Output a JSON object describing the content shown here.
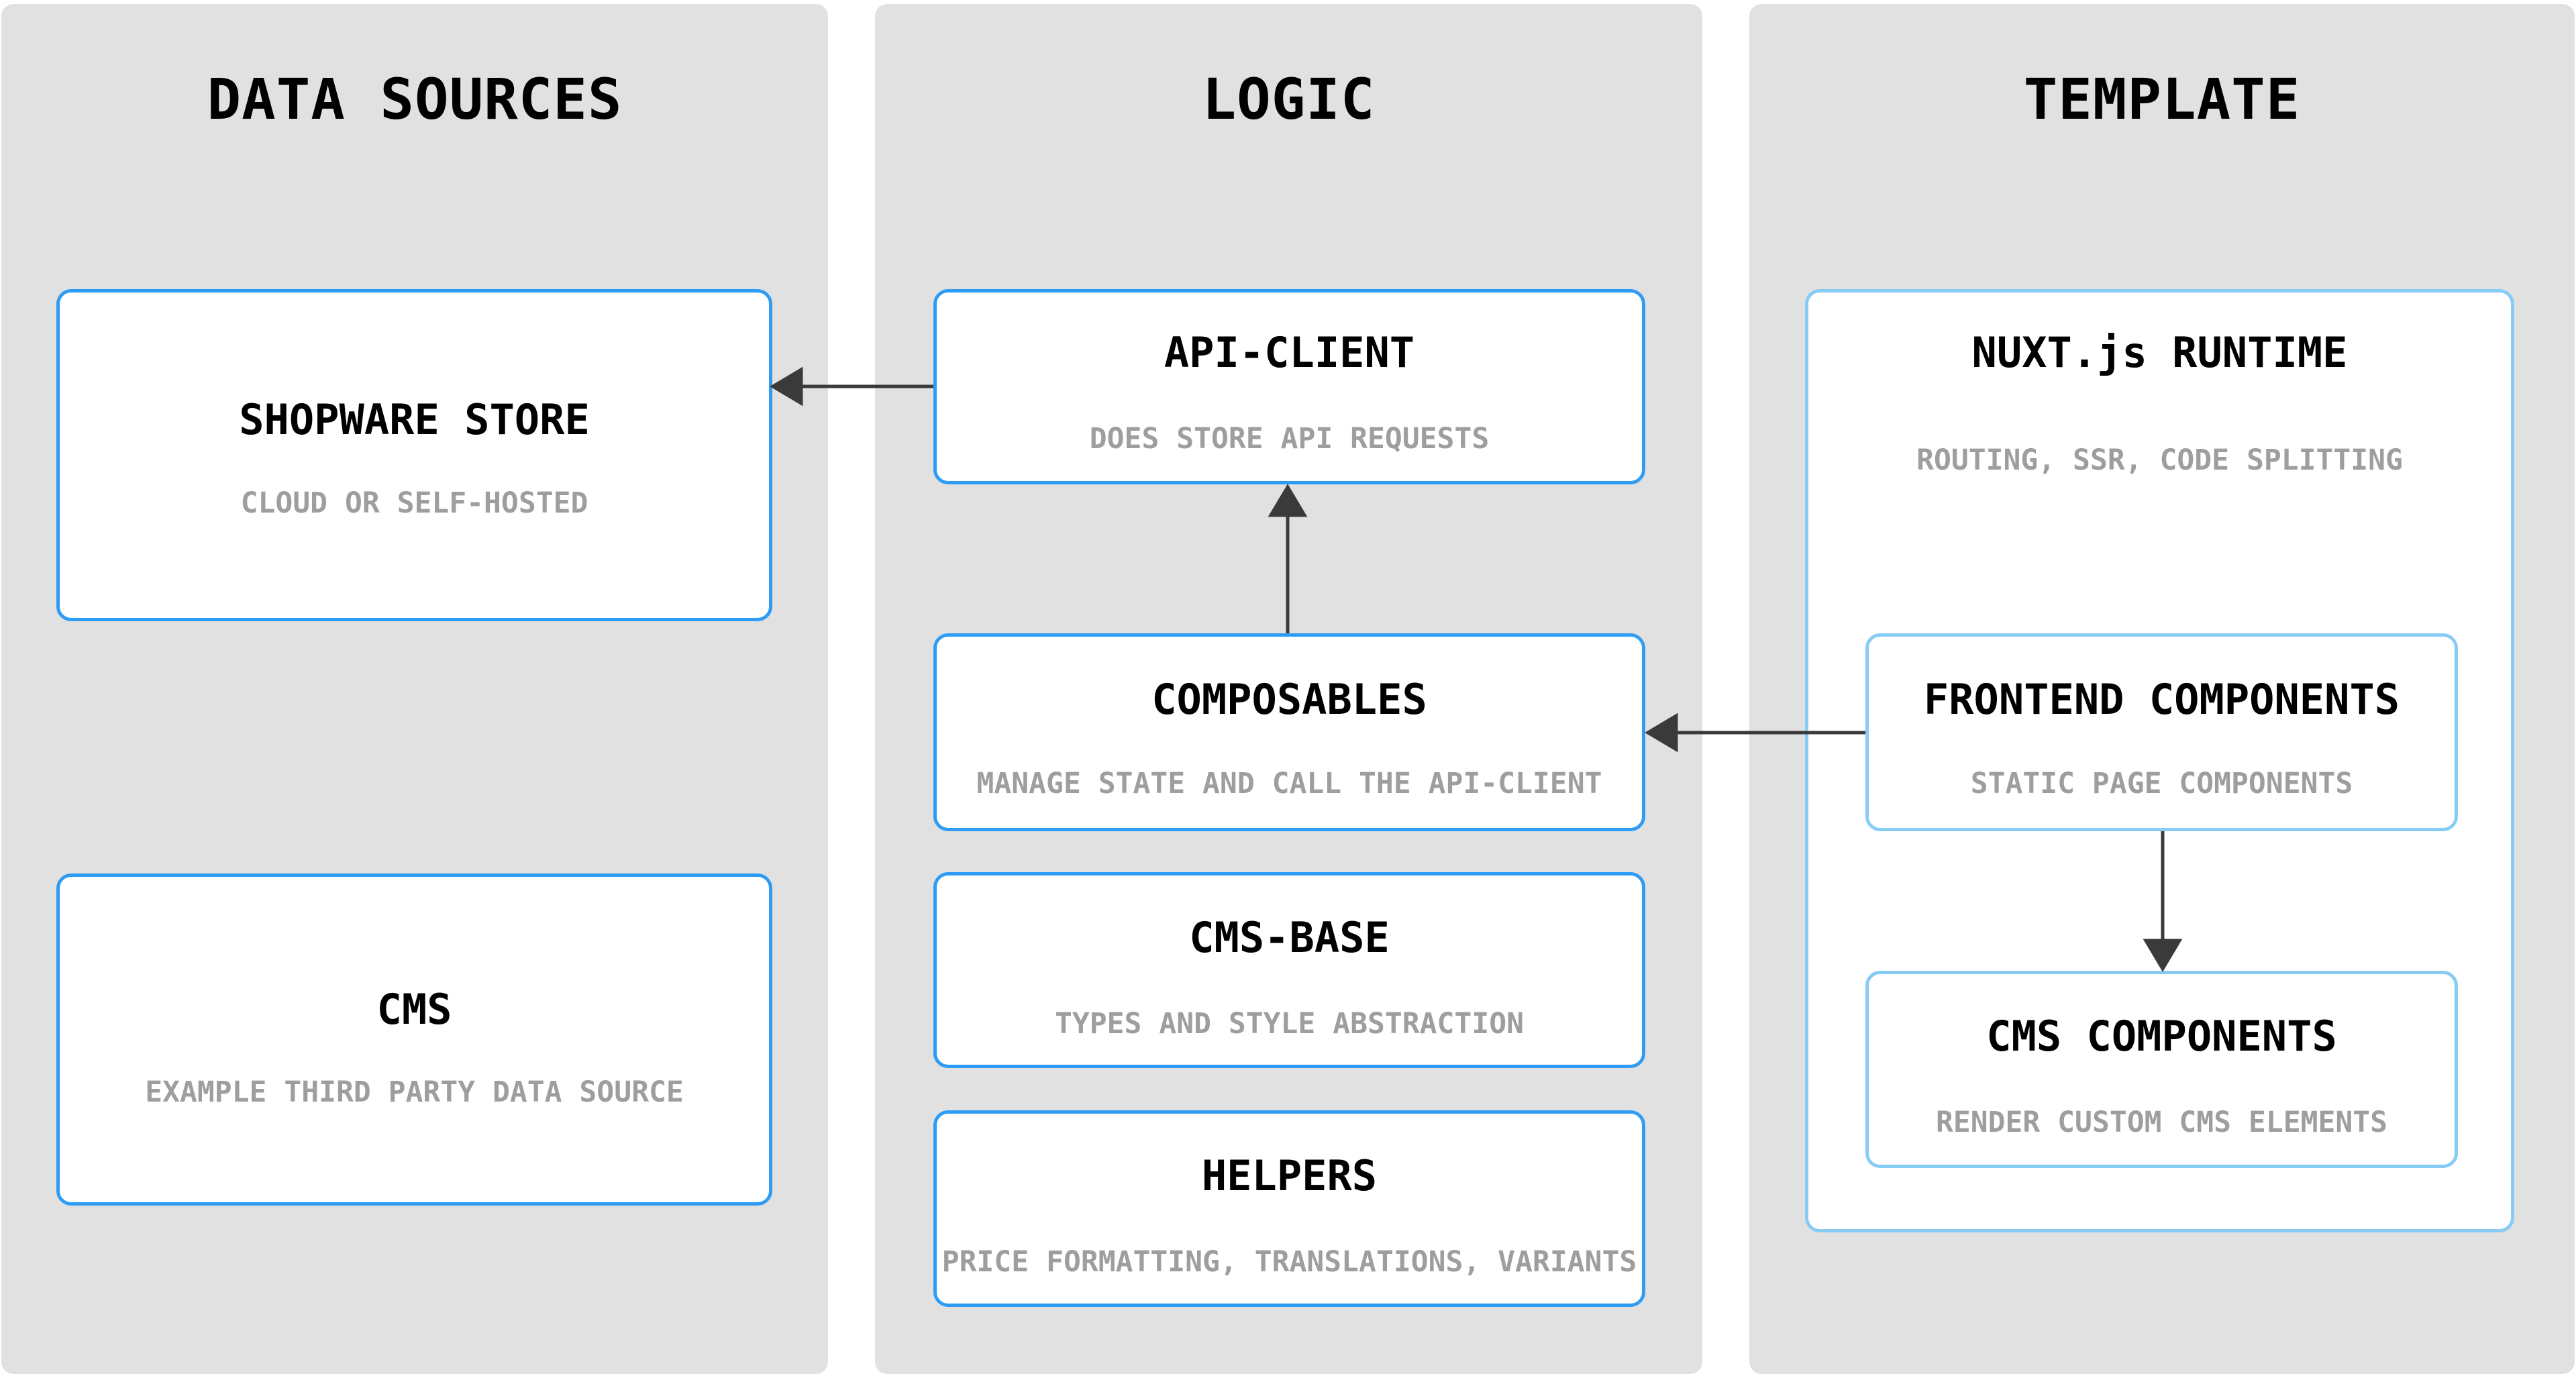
{
  "diagram": {
    "colors": {
      "canvas_bg": "#ffffff",
      "column_bg": "#e1e1e1",
      "box_border": "#2e9cf4",
      "box_border_light": "#87ccf5",
      "title_text": "#000000",
      "subtitle_text": "#9e9e9e",
      "arrow": "#3a3a3a"
    },
    "columns": [
      {
        "id": "data-sources",
        "title": "DATA SOURCES",
        "boxes": [
          {
            "id": "shopware-store",
            "title": "SHOPWARE STORE",
            "subtitle": "CLOUD OR SELF-HOSTED"
          },
          {
            "id": "cms",
            "title": "CMS",
            "subtitle": "EXAMPLE THIRD PARTY DATA SOURCE"
          }
        ]
      },
      {
        "id": "logic",
        "title": "LOGIC",
        "boxes": [
          {
            "id": "api-client",
            "title": "API-CLIENT",
            "subtitle": "DOES STORE API REQUESTS"
          },
          {
            "id": "composables",
            "title": "COMPOSABLES",
            "subtitle": "MANAGE STATE AND CALL THE API-CLIENT"
          },
          {
            "id": "cms-base",
            "title": "CMS-BASE",
            "subtitle": "TYPES AND STYLE ABSTRACTION"
          },
          {
            "id": "helpers",
            "title": "HELPERS",
            "subtitle": "PRICE FORMATTING, TRANSLATIONS, VARIANTS"
          }
        ]
      },
      {
        "id": "template",
        "title": "TEMPLATE",
        "boxes": [
          {
            "id": "nuxt-runtime",
            "title": "NUXT.js RUNTIME",
            "subtitle": "ROUTING, SSR, CODE SPLITTING"
          },
          {
            "id": "frontend-components",
            "title": "FRONTEND COMPONENTS",
            "subtitle": "STATIC PAGE COMPONENTS"
          },
          {
            "id": "cms-components",
            "title": "CMS COMPONENTS",
            "subtitle": "RENDER CUSTOM CMS ELEMENTS"
          }
        ]
      }
    ],
    "arrows": [
      {
        "from": "api-client",
        "to": "shopware-store",
        "direction": "left"
      },
      {
        "from": "composables",
        "to": "api-client",
        "direction": "up"
      },
      {
        "from": "frontend-components",
        "to": "composables",
        "direction": "left"
      },
      {
        "from": "frontend-components",
        "to": "cms-components",
        "direction": "down"
      }
    ]
  }
}
